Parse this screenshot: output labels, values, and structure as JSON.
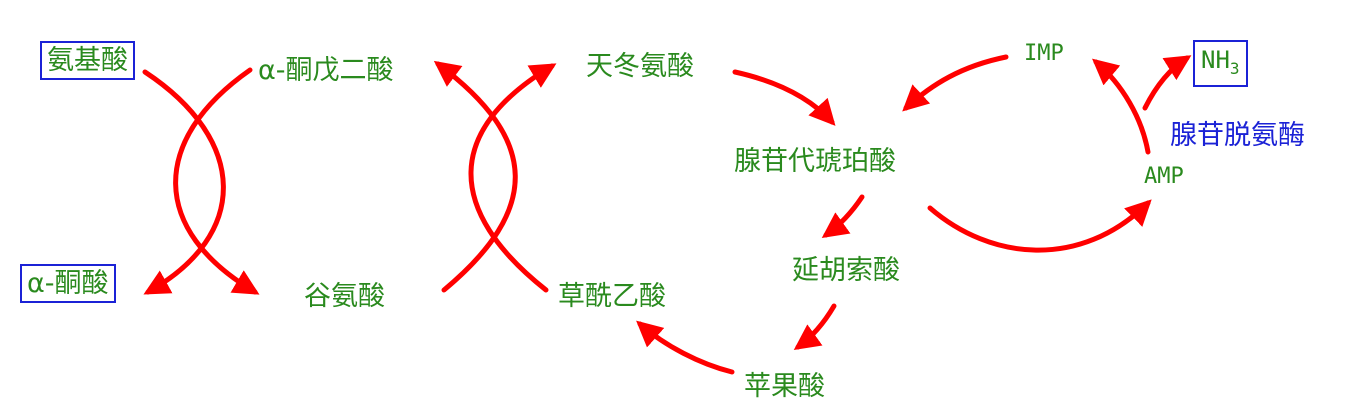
{
  "diagram": {
    "nodes": {
      "glutamate_donor_aa": "氨基酸",
      "alpha_keto_acid": "α-酮酸",
      "alpha_ketoglutarate": "α-酮戊二酸",
      "glutamate": "谷氨酸",
      "aspartate": "天冬氨酸",
      "oxaloacetate": "草酰乙酸",
      "adenylosuccinate": "腺苷代琥珀酸",
      "fumarate": "延胡索酸",
      "malate": "苹果酸",
      "imp": "IMP",
      "amp": "AMP",
      "nh3_main": "NH",
      "nh3_sub": "3",
      "enzyme": "腺苷脱氨酶"
    },
    "colors": {
      "arrow": "#ff0000",
      "text_green": "#2a8a1e",
      "text_blue": "#1b22d6"
    }
  }
}
